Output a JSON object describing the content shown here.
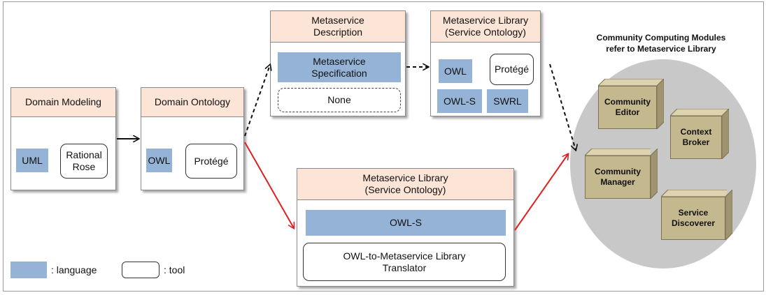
{
  "domain_modeling": {
    "title": "Domain Modeling",
    "language": "UML",
    "tool": "Rational\nRose"
  },
  "domain_ontology": {
    "title": "Domain Ontology",
    "language": "OWL",
    "tool": "Protégé"
  },
  "metaservice_description": {
    "title": "Metaservice\nDescription",
    "language": "Metaservice\nSpecification",
    "tool": "None"
  },
  "metaservice_library_top": {
    "title": "Metaservice Library\n(Service Ontology)",
    "languages": [
      "OWL",
      "OWL-S",
      "SWRL"
    ],
    "tool": "Protégé"
  },
  "metaservice_library_bottom": {
    "title": "Metaservice Library\n(Service Ontology)",
    "language": "OWL-S",
    "tool": "OWL-to-Metaservice Library\nTranslator"
  },
  "community": {
    "title": "Community Computing Modules\nrefer to Metaservice Library",
    "modules": [
      "Community\nEditor",
      "Context\nBroker",
      "Community\nManager",
      "Service\nDiscoverer"
    ]
  },
  "legend": {
    "language_label": ": language",
    "tool_label": ": tool"
  },
  "colors": {
    "language": "#95b3d7",
    "header": "#fce4d6",
    "red_arrow": "#e02020",
    "module": "#c4b88e",
    "ellipse": "#c8c8c8"
  }
}
